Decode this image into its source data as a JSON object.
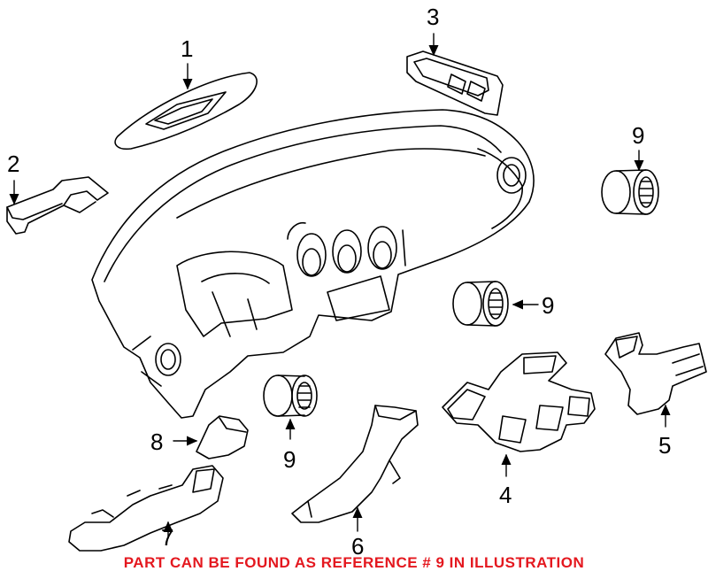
{
  "diagram": {
    "callouts": [
      {
        "id": "1",
        "label": "1"
      },
      {
        "id": "2",
        "label": "2"
      },
      {
        "id": "3",
        "label": "3"
      },
      {
        "id": "4",
        "label": "4"
      },
      {
        "id": "5",
        "label": "5"
      },
      {
        "id": "6",
        "label": "6"
      },
      {
        "id": "7",
        "label": "7"
      },
      {
        "id": "8",
        "label": "8"
      },
      {
        "id": "9a",
        "label": "9"
      },
      {
        "id": "9b",
        "label": "9"
      },
      {
        "id": "9c",
        "label": "9"
      }
    ],
    "footer_note": "PART CAN BE FOUND AS REFERENCE # 9 IN ILLUSTRATION",
    "colors": {
      "line": "#000000",
      "note": "#e4181f",
      "background": "#ffffff"
    }
  }
}
